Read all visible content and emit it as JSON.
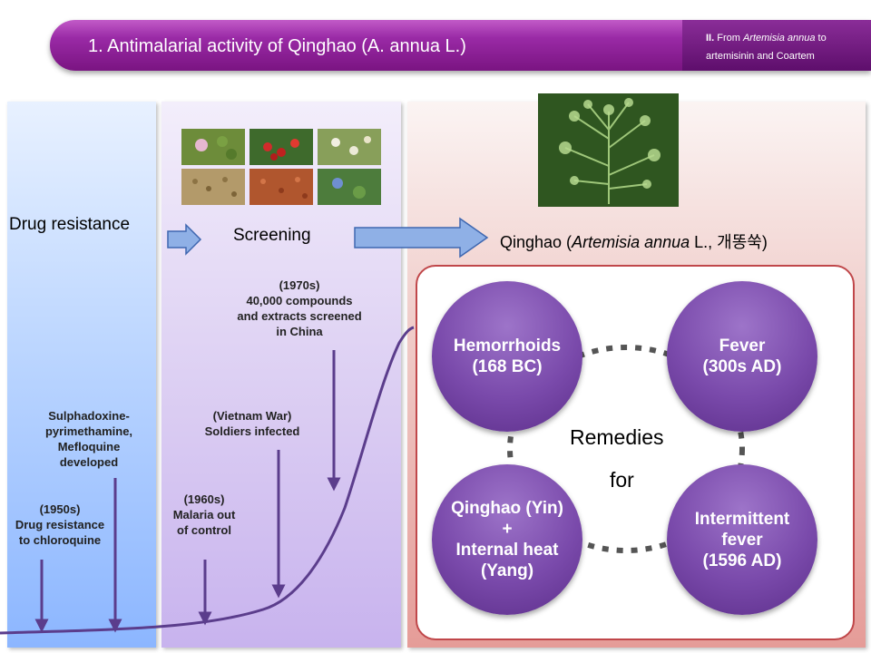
{
  "header": {
    "title": "1. Antimalarial activity of Qinghao (A. annua L.)",
    "section_prefix": "II.",
    "section_from": "From",
    "section_species": "Artemisia annua",
    "section_to": "to artemisinin and Coartem"
  },
  "stages": {
    "drug_resistance": "Drug resistance",
    "screening": "Screening",
    "qinghao_prefix": "Qinghao (",
    "qinghao_species": "Artemisia annua",
    "qinghao_suffix": " L., 개똥쑥)"
  },
  "timeline": {
    "n1950_year": "(1950s)",
    "n1950_text": "Drug resistance to chloroquine",
    "sp_line1": "Sulphadoxine-",
    "sp_line2": "pyrimethamine,",
    "sp_line3": "Mefloquine",
    "sp_line4": "developed",
    "n1960_year": "(1960s)",
    "n1960_text": "Malaria out of control",
    "vw_line1": "(Vietnam War)",
    "vw_line2": "Soldiers infected",
    "n1970_year": "(1970s)",
    "n1970_line1": "40,000 compounds",
    "n1970_line2": "and extracts screened",
    "n1970_line3": "in China"
  },
  "remedies": {
    "center_line1": "Remedies",
    "center_line2": "for",
    "hemorrhoids_l1": "Hemorrhoids",
    "hemorrhoids_l2": "(168 BC)",
    "fever_l1": "Fever",
    "fever_l2": "(300s AD)",
    "yin_l1": "Qinghao (Yin)",
    "yin_l2": "+",
    "yin_l3": "Internal heat",
    "yin_l4": "(Yang)",
    "inter_l1": "Intermittent",
    "inter_l2": "fever",
    "inter_l3": "(1596 AD)"
  },
  "colors": {
    "header": "#8a1e96",
    "circle": "#7a4aab",
    "curve": "#5b3d8c",
    "arrow_fill": "#8fb0e6",
    "remedies_border": "#c0474a"
  }
}
